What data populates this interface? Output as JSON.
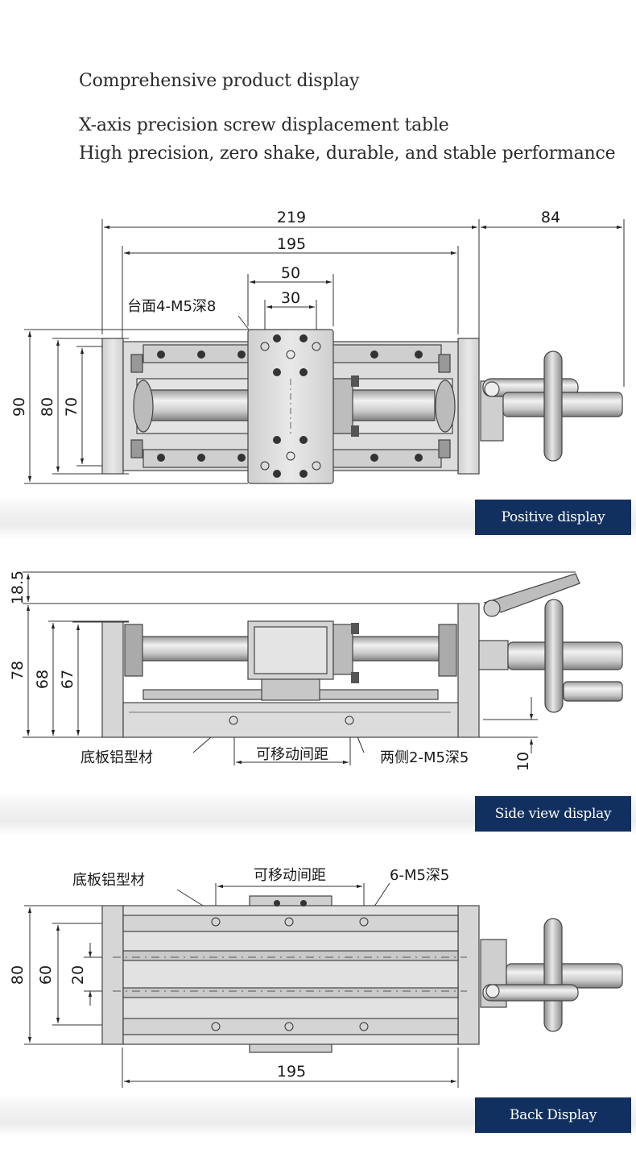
{
  "header": {
    "line1": "Comprehensive product display",
    "line2": "X-axis precision screw displacement table",
    "line3": "High precision, zero shake, durable, and stable performance"
  },
  "views": {
    "positive": {
      "label": "Positive display",
      "dims": {
        "overall": "219",
        "length": "195",
        "handle": "84",
        "table_width": "50",
        "hole_pitch": "30",
        "h90": "90",
        "h80": "80",
        "h70": "70"
      },
      "note_table": "台面4-M5深8"
    },
    "side": {
      "label": "Side view display",
      "dims": {
        "lever": "18.5",
        "h78": "78",
        "h68": "68",
        "h67": "67",
        "base": "10"
      },
      "note_base": "底板铝型材",
      "note_travel": "可移动间距",
      "note_holes": "两侧2-M5深5"
    },
    "back": {
      "label": "Back Display",
      "dims": {
        "h80": "80",
        "h60": "60",
        "h20": "20",
        "length": "195"
      },
      "note_base": "底板铝型材",
      "note_travel": "可移动间距",
      "note_holes": "6-M5深5"
    }
  },
  "colors": {
    "badge": "#12305f",
    "metal_light": "#e6e6e6",
    "metal_mid": "#c4c4c4",
    "metal_dark": "#7d7d7d"
  }
}
